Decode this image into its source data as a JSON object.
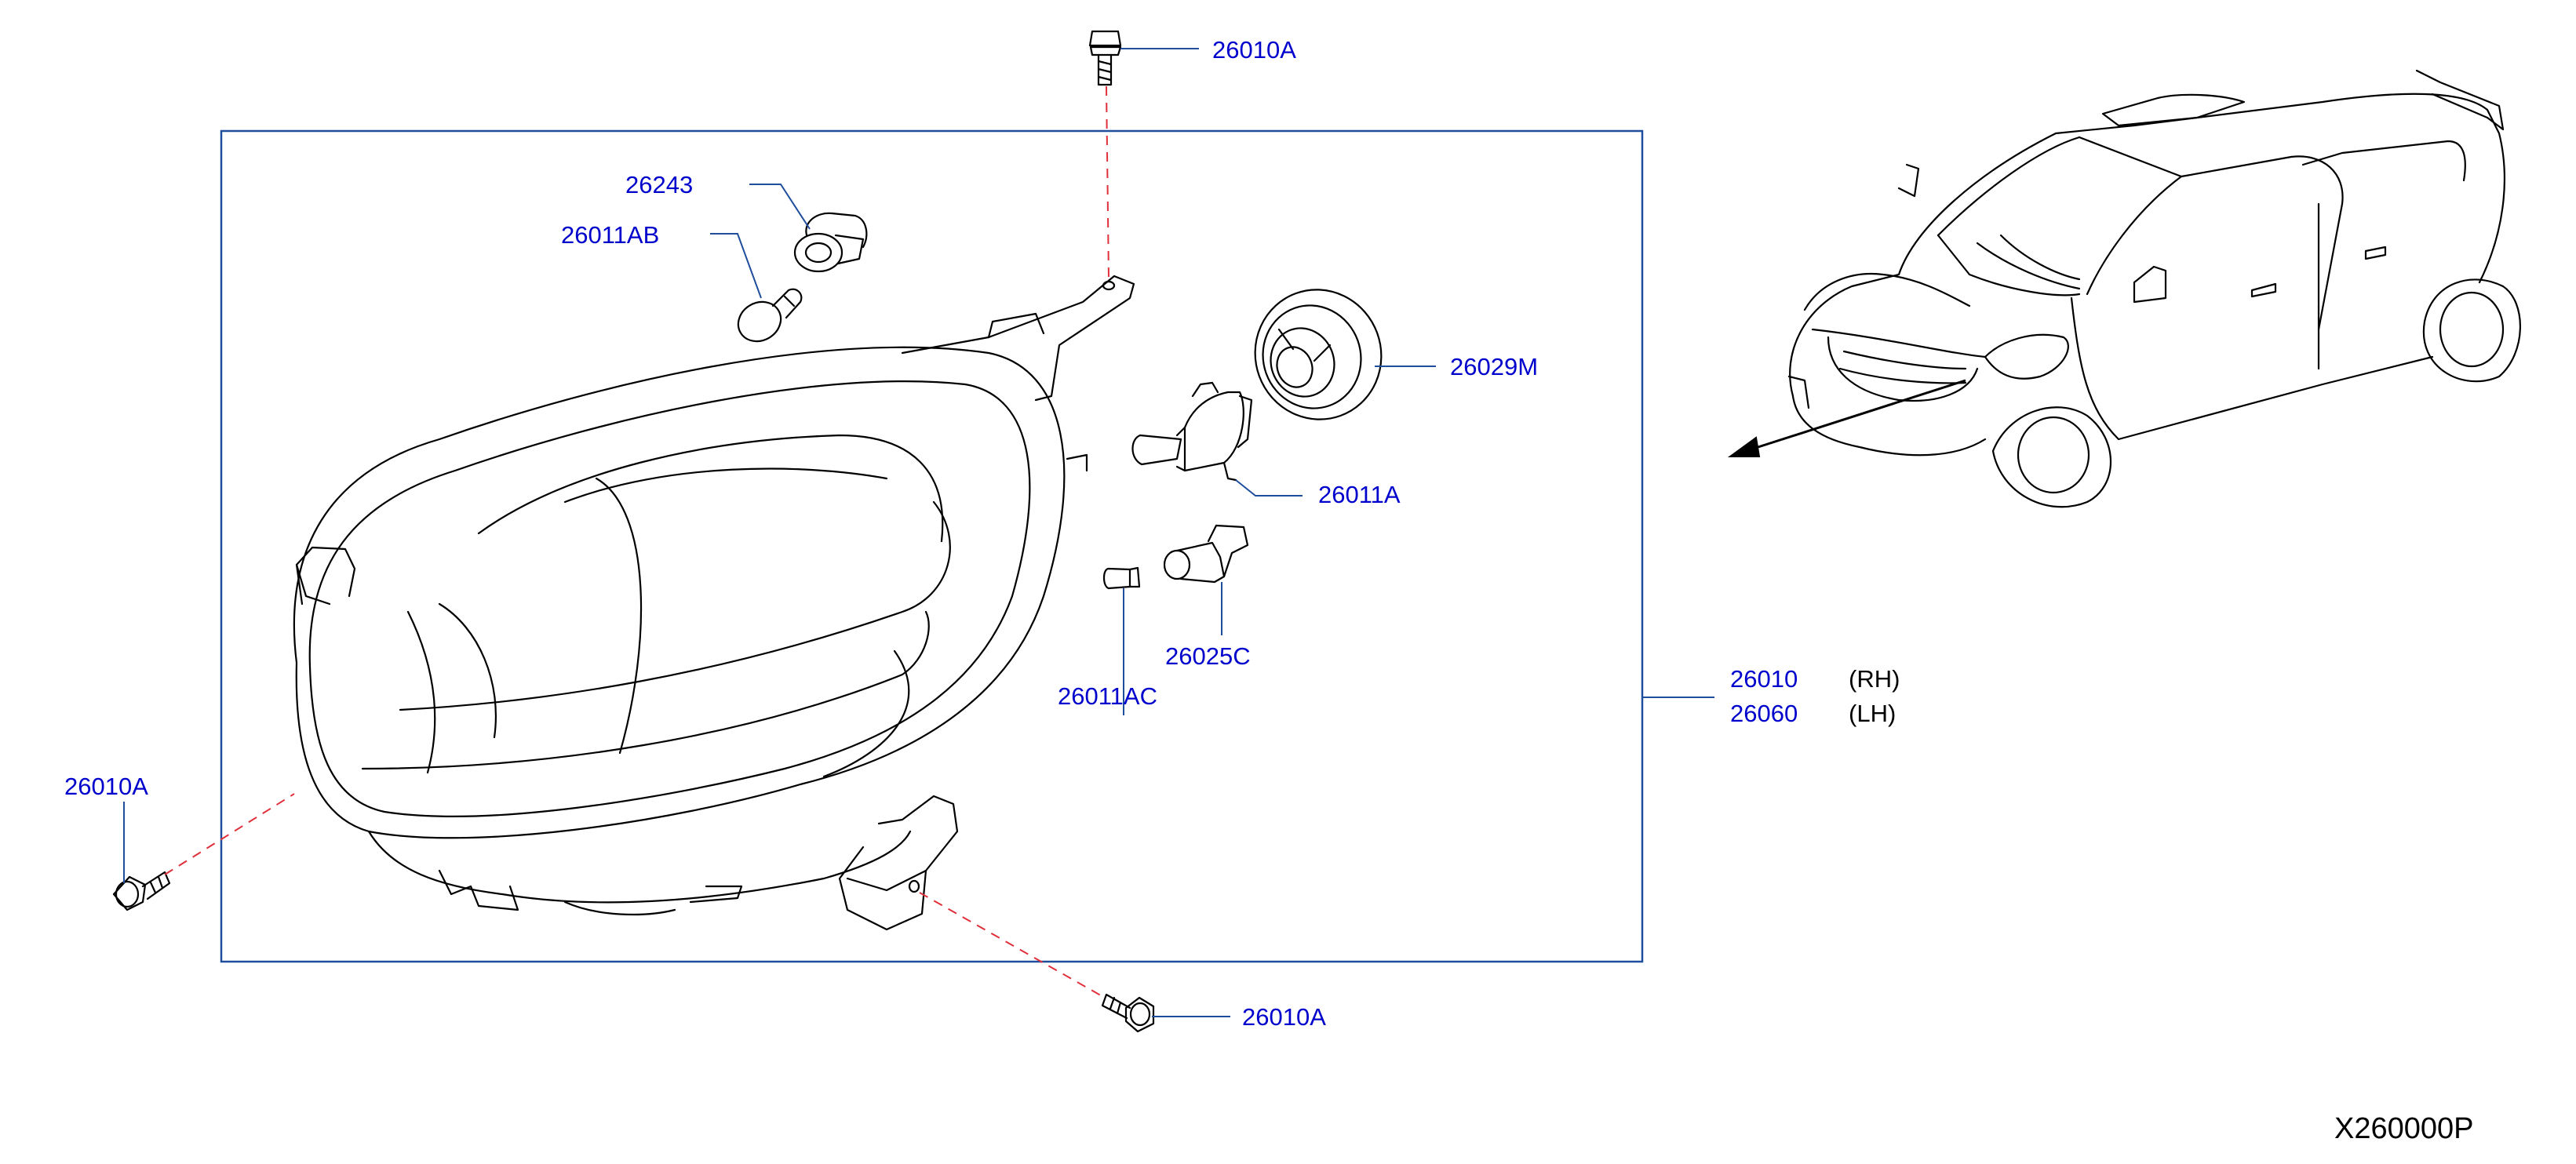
{
  "colors": {
    "label": "#0000CC",
    "leader": "#1F4E9C",
    "dash": "#E0303C",
    "line_art": "#000000"
  },
  "labels": {
    "bolt_top": "26010A",
    "socket_26243": "26243",
    "bulb_26011AB": "26011AB",
    "seal_cap": "26029M",
    "bulb_26011A": "26011A",
    "socket_26025C": "26025C",
    "bulb_26011AC": "26011AC",
    "assembly_rh_part": "26010",
    "assembly_rh_side": "(RH)",
    "assembly_lh_part": "26060",
    "assembly_lh_side": "(LH)",
    "bolt_left": "26010A",
    "bolt_bottom": "26010A"
  },
  "diagram_code": "X260000P"
}
